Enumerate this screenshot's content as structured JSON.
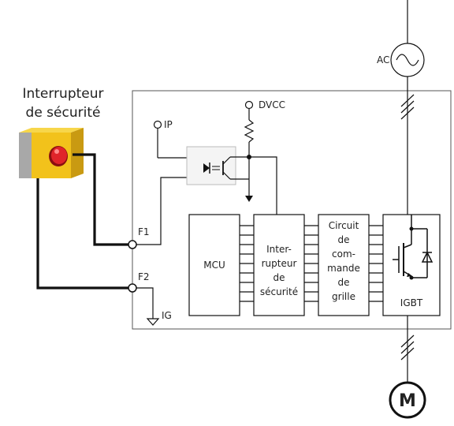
{
  "safety_switch": {
    "label_line1": "Interrupteur",
    "label_line2": "de sécurité"
  },
  "terminals": {
    "f1": "F1",
    "f2": "F2",
    "ig": "IG",
    "ip": "IP",
    "dvcc": "DVCC"
  },
  "supply": {
    "ac_label": "AC"
  },
  "blocks": {
    "mcu": {
      "lines": [
        "MCU"
      ]
    },
    "safety_switch_block": {
      "lines": [
        "Inter-",
        "rupteur",
        "de",
        "sécurité"
      ]
    },
    "gate_drive": {
      "lines": [
        "Circuit",
        "de",
        "com-",
        "mande",
        "de",
        "grille"
      ]
    },
    "igbt": {
      "lines": [
        "IGBT"
      ]
    }
  },
  "motor": {
    "label": "M"
  },
  "colors": {
    "wire": "#111111",
    "board_outline": "#555555",
    "button_housing": "#f2c21b",
    "button_red": "#e0242a",
    "optocoupler_fill": "#f4f4f4"
  }
}
